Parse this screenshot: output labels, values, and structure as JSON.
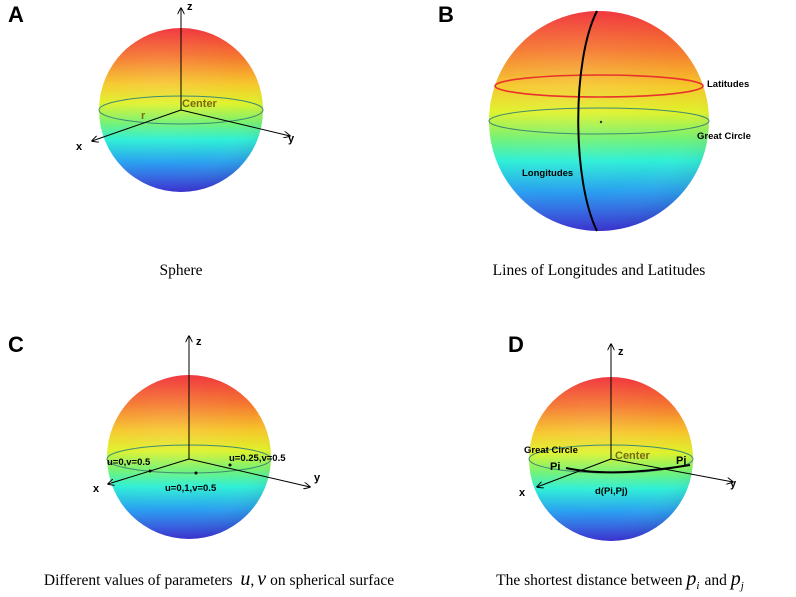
{
  "panels": {
    "a": {
      "letter": "A",
      "axes": {
        "x": "x",
        "y": "y",
        "z": "z"
      },
      "radius_label": "r",
      "center_label": "Center",
      "caption": "Sphere"
    },
    "b": {
      "letter": "B",
      "labels": {
        "latitudes": "Latitudes",
        "great_circle": "Great Circle",
        "longitudes": "Longitudes"
      },
      "caption": "Lines of Longitudes and Latitudes"
    },
    "c": {
      "letter": "C",
      "axes": {
        "x": "x",
        "y": "y",
        "z": "z"
      },
      "points": {
        "p1": "u=0,v=0.5",
        "p2": "u=0.25,v=0.5",
        "p3": "u=0,1,v=0.5"
      },
      "caption_text": "Different values of parameters",
      "caption_var_u": "u",
      "caption_sep": ",",
      "caption_var_v": "v",
      "caption_tail": "on spherical surface"
    },
    "d": {
      "letter": "D",
      "axes": {
        "x": "x",
        "y": "y",
        "z": "z"
      },
      "labels": {
        "great_circle": "Great Circle",
        "center": "Center",
        "pi": "Pi",
        "pj": "Pj",
        "distance": "d(Pi,Pj)"
      },
      "caption_text": "The shortest distance between",
      "caption_p": "p",
      "caption_sub_i": "i",
      "caption_and": "and",
      "caption_sub_j": "j"
    }
  },
  "colors": {
    "sphere_gradient": [
      "#f2333a",
      "#f7a12a",
      "#eef020",
      "#79f26a",
      "#2ef0d8",
      "#2aa2f0",
      "#3b32d8"
    ],
    "equator": "#3f8a72",
    "latitude": "#e8332c",
    "longitude": "#000000",
    "center_text": "#7a6a10"
  }
}
